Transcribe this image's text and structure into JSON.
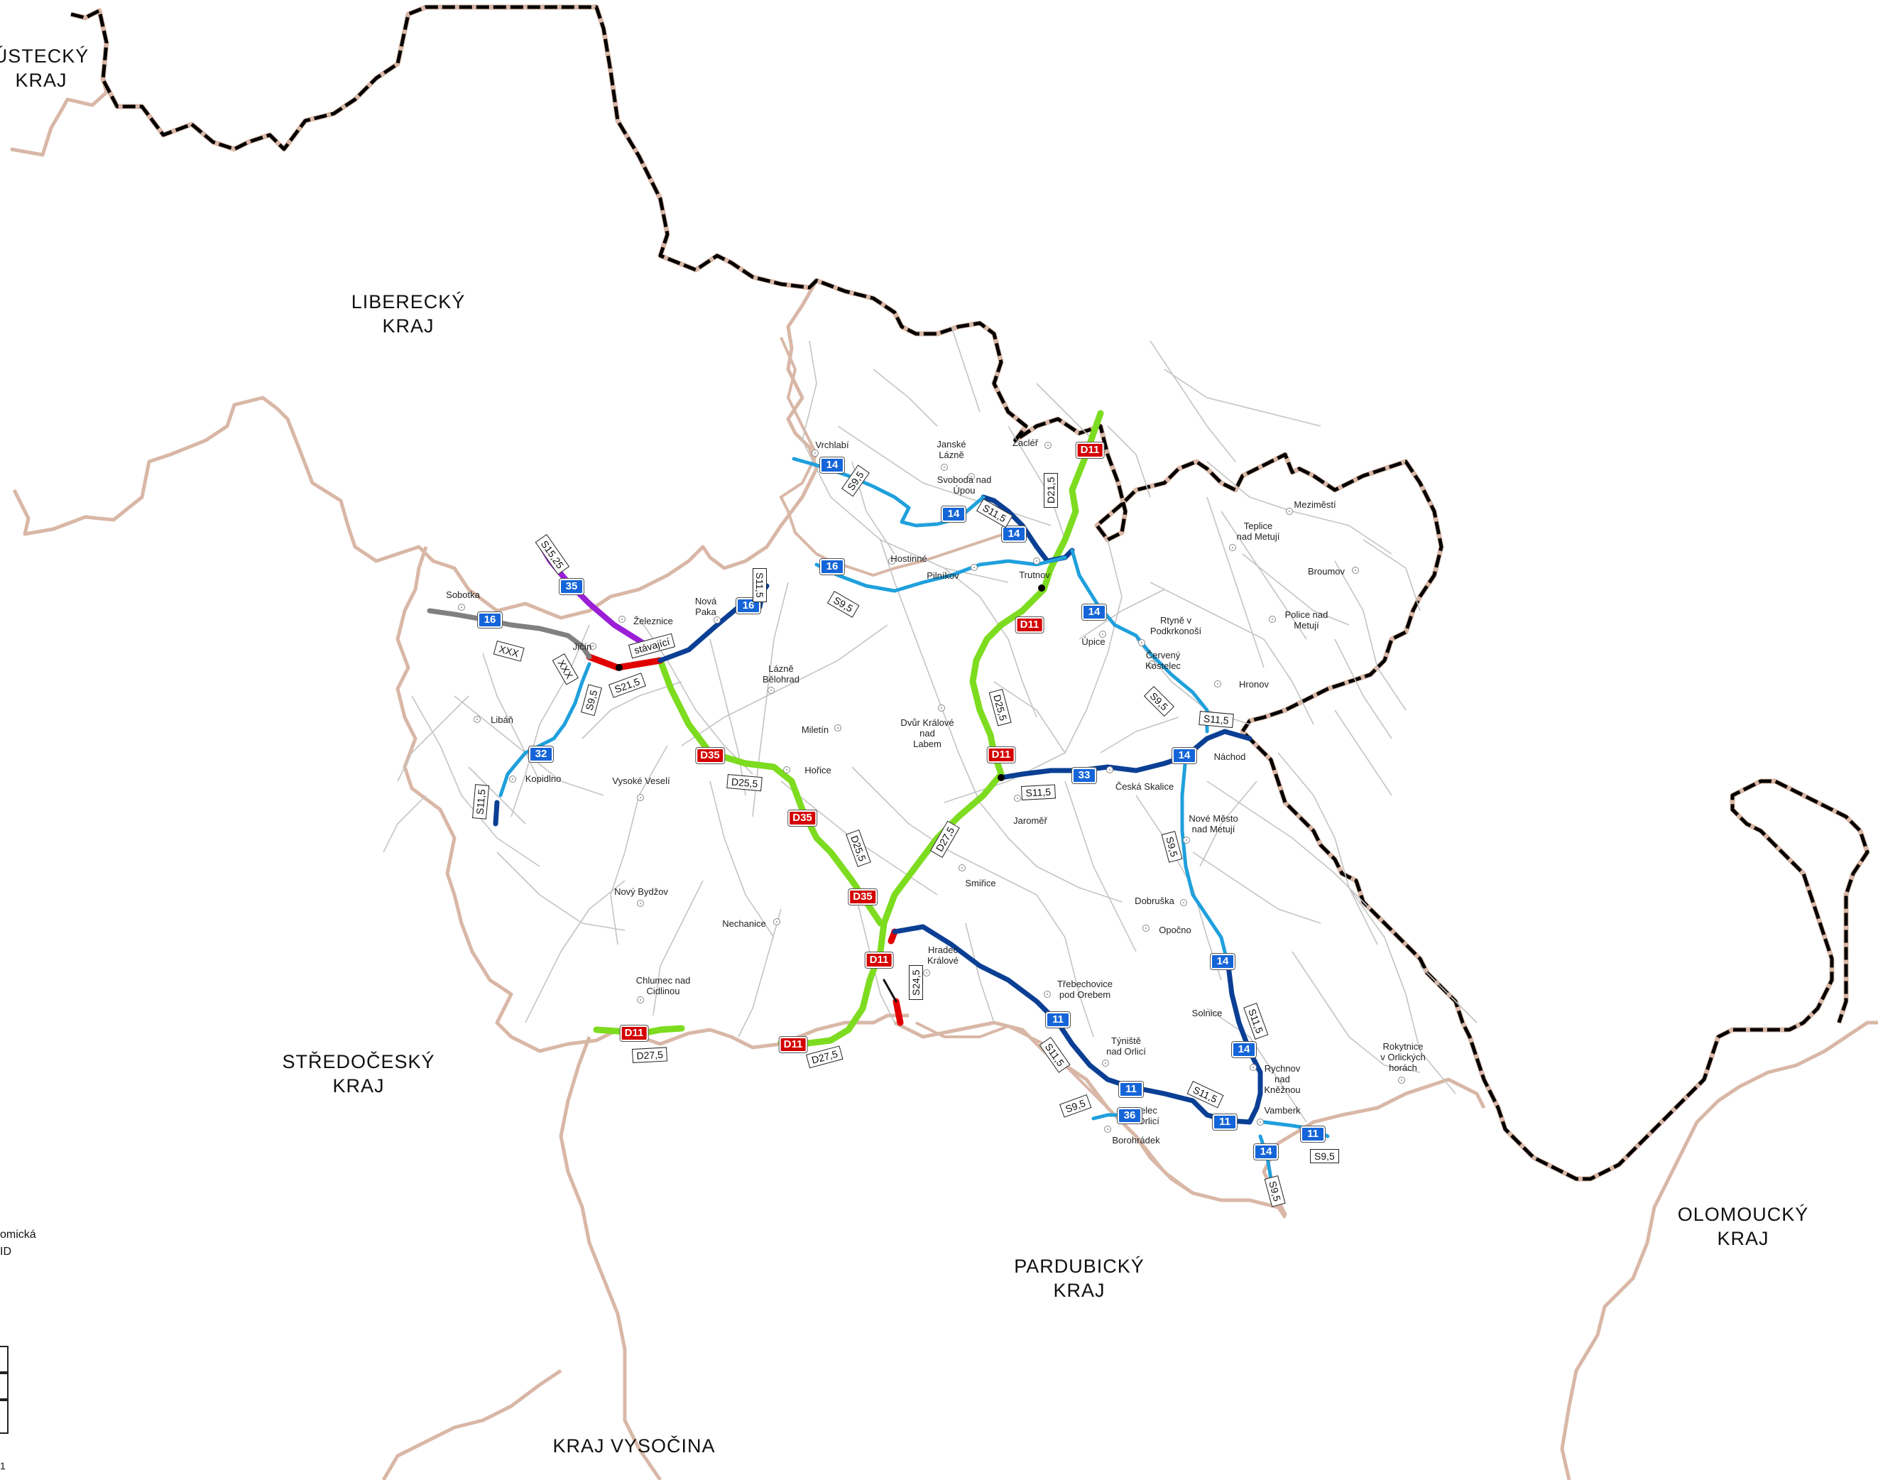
{
  "regions": {
    "ustecky": "ÚSTECKÝ\nKRAJ",
    "liberecky": "LIBERECKÝ\nKRAJ",
    "stredocesky": "STŘEDOČESKÝ\nKRAJ",
    "pardubicky": "PARDUBICKÝ\nKRAJ",
    "olomoucky": "OLOMOUCKÝ\nKRAJ",
    "vysocina": "KRAJ VYSOČINA"
  },
  "cities": {
    "vrchlabi": "Vrchlabí",
    "janske_lazne": "Janské\nLázně",
    "svoboda": "Svoboda nad\nÚpou",
    "zacler": "Žacléř",
    "mezimesti": "Meziměstí",
    "teplice": "Teplice\nnad Metují",
    "broumov": "Broumov",
    "police": "Police nad\nMetují",
    "hostinne": "Hostinné",
    "pilnikov": "Pilníkov",
    "trutnov": "Trutnov",
    "upice": "Úpice",
    "rtyne": "Rtyně v\nPodkrkonoší",
    "cerveny_kostelec": "Červený\nKostelec",
    "hronov": "Hronov",
    "nachod": "Náchod",
    "sobotka": "Sobotka",
    "zeleznice": "Železnice",
    "nova_paka": "Nová\nPaka",
    "jicin": "Jičín",
    "lazne_belohrad": "Lázně\nBělohrad",
    "libun": "Libáň",
    "kopidlno": "Kopidlno",
    "vysoke_veseli": "Vysoké Veselí",
    "miletin": "Miletín",
    "dvur_kralove": "Dvůr Králové\nnad\nLabem",
    "horice": "Hořice",
    "ceska_skalice": "Česká Skalice",
    "jaromer": "Jaroměř",
    "nove_mesto": "Nové Město\nnad Metují",
    "smirice": "Smiřice",
    "novy_bydzov": "Nový Bydžov",
    "nechanice": "Nechanice",
    "dobruska": "Dobruška",
    "opocno": "Opočno",
    "hradec_kralove": "Hradec\nKrálové",
    "trebechovice": "Třebechovice\npod Orebem",
    "chlumec": "Chlumec nad\nCidlinou",
    "solnice": "Solnice",
    "rychnov": "Rychnov\nnad\nKněžnou",
    "rokytnice": "Rokytnice\nv Orlických\nhorách",
    "tyniste": "Týniště\nnad Orlicí",
    "kostelec": "Kostelec\nnad Orlicí",
    "vamberk": "Vamberk",
    "borohradek": "Borohrádek"
  },
  "road_shields": {
    "d11_zacler": "D11",
    "d11_trutnov": "D11",
    "d11_jaromer": "D11",
    "d11_hk": "D11",
    "d11_chlumec": "D11",
    "d11_south": "D11",
    "d35_a": "D35",
    "d35_b": "D35",
    "d35_c": "D35",
    "r14_vrchlabi": "14",
    "r14_svoboda": "14",
    "r14_trutnov": "14",
    "r14_upice": "14",
    "r14_nachod": "14",
    "r14_solnice": "14",
    "r14_rychnov": "14",
    "r14_south": "14",
    "r16_hostinne": "16",
    "r16_novapaka": "16",
    "r16_sobotka": "16",
    "r35_zeleznice": "35",
    "r32_kopidlno": "32",
    "r33_ceskaskalice": "33",
    "r11_trebechovice": "11",
    "r11_tyniste": "11",
    "r11_kostelec": "11",
    "r11_vamberk": "11",
    "r36_borohradek": "36"
  },
  "category_labels": {
    "c_s95_vrchlabi": "S9,5",
    "c_s115_svoboda": "S11,5",
    "c_d215": "D21,5",
    "c_s95_hostinne": "S9,5",
    "c_s115_novapaka": "S11,5",
    "c_s1525": "S15,25",
    "c_xxx_1": "XXX",
    "c_xxx_2": "XXX",
    "c_stavajici": "stávající",
    "c_s215": "S21,5",
    "c_s95_jicin": "S9,5",
    "c_s115_kopidlno": "S11,5",
    "c_d255_jaromer": "D25,5",
    "c_d255_horice": "D25,5",
    "c_d255_d35": "D25,5",
    "c_d275_smirice": "D27,5",
    "c_s95_cerveny": "S9,5",
    "c_s115_nachod": "S11,5",
    "c_s115_ceskaskalice": "S11,5",
    "c_s95_novemesto": "S9,5",
    "c_s245": "S24,5",
    "c_d275_chlumec": "D27,5",
    "c_d275_south": "D27,5",
    "c_s115_tyniste": "S11,5",
    "c_s95_borohradek": "S9,5",
    "c_s115_kostelec": "S11,5",
    "c_s115_solnice": "S11,5",
    "c_s95_vamberk": "S9,5",
    "c_s95_south": "S9,5"
  },
  "edge_text": {
    "legend_line1": "omická",
    "legend_line2": "ID",
    "legend_number": "1"
  },
  "colors": {
    "motorway_green": "#7ddc1f",
    "motorway_red": "#e00000",
    "road_dark_blue": "#0a3f94",
    "road_light_blue": "#1fa0dc",
    "road_purple": "#9a1fd6",
    "road_grey": "#808080",
    "border_region": "#d8b8a8",
    "border_state": "#000000",
    "minor_road": "#bdbdbd"
  }
}
